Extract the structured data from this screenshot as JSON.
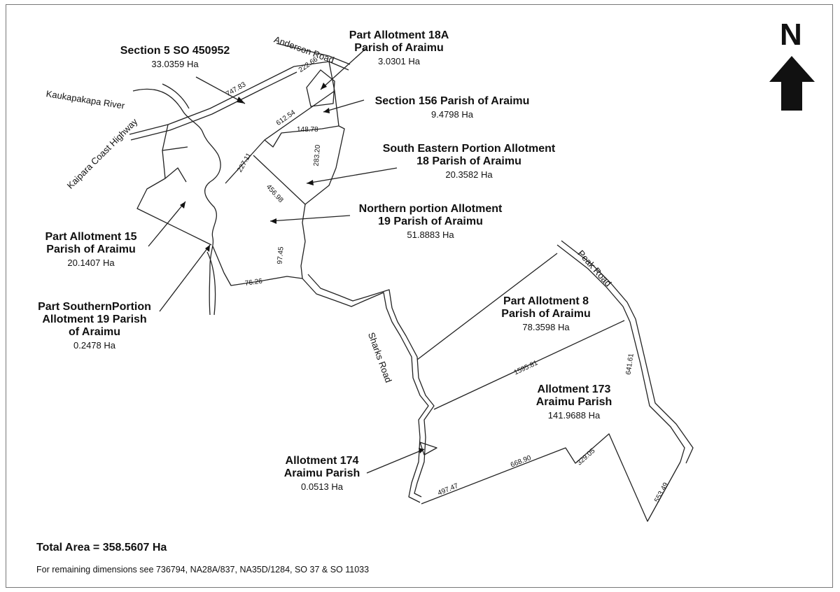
{
  "parcels": [
    {
      "id": "section5",
      "title": "Section 5 SO 450952",
      "area": "33.0359 Ha"
    },
    {
      "id": "allot18a",
      "title": "Part Allotment 18A\nParish of Araimu",
      "area": "3.0301 Ha"
    },
    {
      "id": "sec156",
      "title": "Section 156 Parish of  Araimu",
      "area": "9.4798 Ha"
    },
    {
      "id": "se18",
      "title": "South Eastern Portion Allotment\n18 Parish of  Araimu",
      "area": "20.3582 Ha"
    },
    {
      "id": "n19",
      "title": "Northern portion Allotment\n19 Parish of Araimu",
      "area": "51.8883 Ha"
    },
    {
      "id": "pa15",
      "title": "Part Allotment 15\nParish of  Araimu",
      "area": "20.1407 Ha"
    },
    {
      "id": "ps19",
      "title": "Part SouthernPortion\nAllotment 19 Parish\nof  Araimu",
      "area": "0.2478 Ha"
    },
    {
      "id": "pa8",
      "title": "Part Allotment 8\nParish of  Araimu",
      "area": "78.3598 Ha"
    },
    {
      "id": "a173",
      "title": "Allotment 173\nAraimu Parish",
      "area": "141.9688 Ha"
    },
    {
      "id": "a174",
      "title": "Allotment 174\nAraimu Parish",
      "area": "0.0513 Ha"
    }
  ],
  "roads": {
    "anderson": "Anderson Road",
    "kaukapakapa": "Kaukapakapa River",
    "kaipara": "Kaipara Coast Highway",
    "peak": "Peak Road",
    "sharks": "Sharks Road"
  },
  "dimensions": [
    "747.83",
    "222.66",
    "612.54",
    "148.78",
    "283.20",
    "227.11",
    "456.98",
    "97.45",
    "76.26",
    "1595.81",
    "641.61",
    "329.05",
    "668.90",
    "497.47",
    "553.49"
  ],
  "north": "N",
  "total_area": "Total Area = 358.5607 Ha",
  "note": "For remaining dimensions see 736794, NA28A/837, NA35D/1284, SO 37 & SO 11033",
  "colors": {
    "line": "#222222",
    "frame": "#777777"
  }
}
